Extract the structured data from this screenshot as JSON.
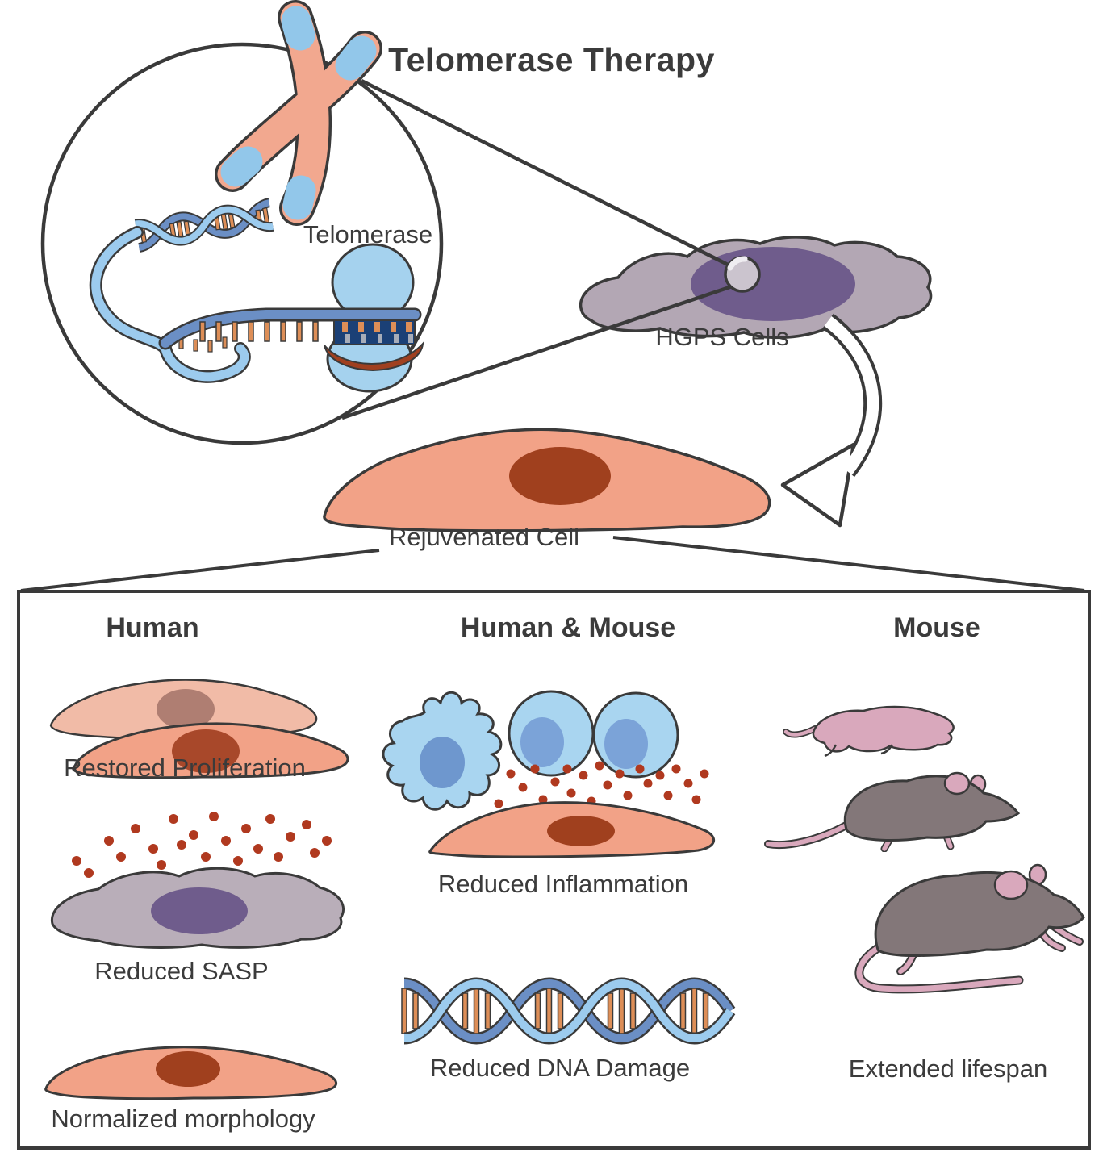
{
  "title": "Telomerase Therapy",
  "top": {
    "telomerase_label": "Telomerase",
    "hgps_label": "HGPS Cells",
    "rejuvenated_label": "Rejuvenated Cell"
  },
  "panel": {
    "columns": [
      {
        "header": "Human",
        "items": [
          {
            "caption": "Restored Proliferation"
          },
          {
            "caption": "Reduced SASP"
          },
          {
            "caption": "Normalized morphology"
          }
        ]
      },
      {
        "header": "Human & Mouse",
        "items": [
          {
            "caption": "Reduced Inflammation"
          },
          {
            "caption": "Reduced DNA Damage"
          }
        ]
      },
      {
        "header": "Mouse",
        "items": [
          {
            "caption": "Extended lifespan"
          }
        ]
      }
    ]
  },
  "colors": {
    "outline": "#3a3a3a",
    "text": "#3b3b3b",
    "salmon_cell": "#f2a287",
    "salmon_light": "#f1bba7",
    "chromosome": "#f2a88f",
    "telomere_cap_blue": "#92c7ea",
    "nucleus_red": "#a0401e",
    "nucleus_mauve": "#af7e72",
    "hgps_gray": "#b3a7b4",
    "hgps_nucleus_purple": "#6f5c8c",
    "enzyme_blue": "#a5d2ee",
    "helix_light_blue": "#9ccbee",
    "helix_steel_blue": "#6b8fc5",
    "rung_orange": "#dd8e57",
    "template_navy": "#1b4076",
    "primer_brown": "#a04020",
    "sasp_dot_red": "#b0391f",
    "immune_blue": "#a9d5f0",
    "immune_nucleus": "#7ba3d8",
    "mouse_gray": "#837779",
    "mouse_pink": "#d9a8bc"
  }
}
